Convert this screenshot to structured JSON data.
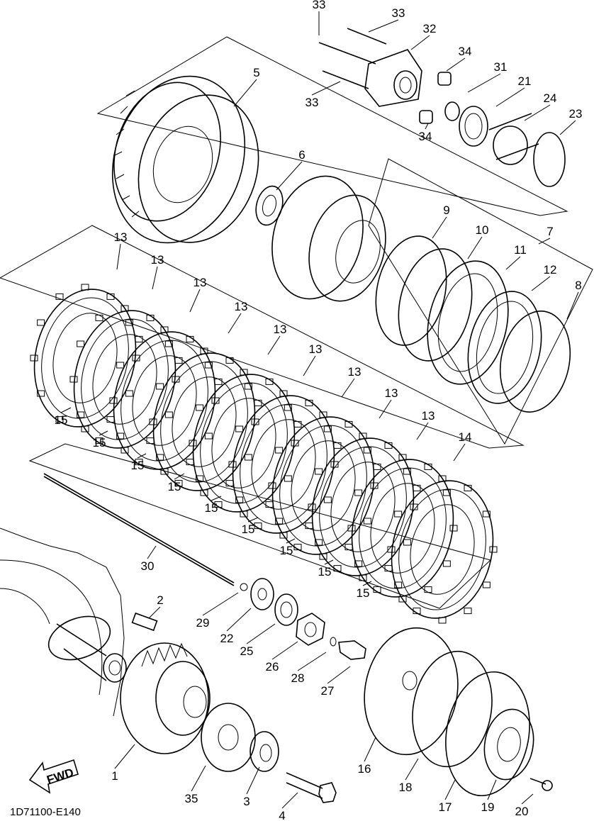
{
  "diagram": {
    "code": "1D71100-E140",
    "fwd_label": "FWD",
    "callouts": [
      {
        "id": "c1",
        "text": "1"
      },
      {
        "id": "c2",
        "text": "2"
      },
      {
        "id": "c3",
        "text": "3"
      },
      {
        "id": "c4",
        "text": "4"
      },
      {
        "id": "c5",
        "text": "5"
      },
      {
        "id": "c6",
        "text": "6"
      },
      {
        "id": "c7",
        "text": "7"
      },
      {
        "id": "c8",
        "text": "8"
      },
      {
        "id": "c9",
        "text": "9"
      },
      {
        "id": "c10",
        "text": "10"
      },
      {
        "id": "c11",
        "text": "11"
      },
      {
        "id": "c12",
        "text": "12"
      },
      {
        "id": "c13a",
        "text": "13"
      },
      {
        "id": "c13b",
        "text": "13"
      },
      {
        "id": "c13c",
        "text": "13"
      },
      {
        "id": "c13d",
        "text": "13"
      },
      {
        "id": "c13e",
        "text": "13"
      },
      {
        "id": "c13f",
        "text": "13"
      },
      {
        "id": "c13g",
        "text": "13"
      },
      {
        "id": "c13h",
        "text": "13"
      },
      {
        "id": "c13i",
        "text": "13"
      },
      {
        "id": "c14",
        "text": "14"
      },
      {
        "id": "c15a",
        "text": "15"
      },
      {
        "id": "c15b",
        "text": "15"
      },
      {
        "id": "c15c",
        "text": "15"
      },
      {
        "id": "c15d",
        "text": "15"
      },
      {
        "id": "c15e",
        "text": "15"
      },
      {
        "id": "c15f",
        "text": "15"
      },
      {
        "id": "c15g",
        "text": "15"
      },
      {
        "id": "c15h",
        "text": "15"
      },
      {
        "id": "c15i",
        "text": "15"
      },
      {
        "id": "c16",
        "text": "16"
      },
      {
        "id": "c17",
        "text": "17"
      },
      {
        "id": "c18",
        "text": "18"
      },
      {
        "id": "c19",
        "text": "19"
      },
      {
        "id": "c20",
        "text": "20"
      },
      {
        "id": "c21",
        "text": "21"
      },
      {
        "id": "c22",
        "text": "22"
      },
      {
        "id": "c23",
        "text": "23"
      },
      {
        "id": "c24",
        "text": "24"
      },
      {
        "id": "c25",
        "text": "25"
      },
      {
        "id": "c26",
        "text": "26"
      },
      {
        "id": "c27",
        "text": "27"
      },
      {
        "id": "c28",
        "text": "28"
      },
      {
        "id": "c29",
        "text": "29"
      },
      {
        "id": "c30",
        "text": "30"
      },
      {
        "id": "c31",
        "text": "31"
      },
      {
        "id": "c32",
        "text": "32"
      },
      {
        "id": "c33a",
        "text": "33"
      },
      {
        "id": "c33b",
        "text": "33"
      },
      {
        "id": "c33c",
        "text": "33"
      },
      {
        "id": "c34a",
        "text": "34"
      },
      {
        "id": "c34b",
        "text": "34"
      },
      {
        "id": "c35",
        "text": "35"
      }
    ]
  }
}
